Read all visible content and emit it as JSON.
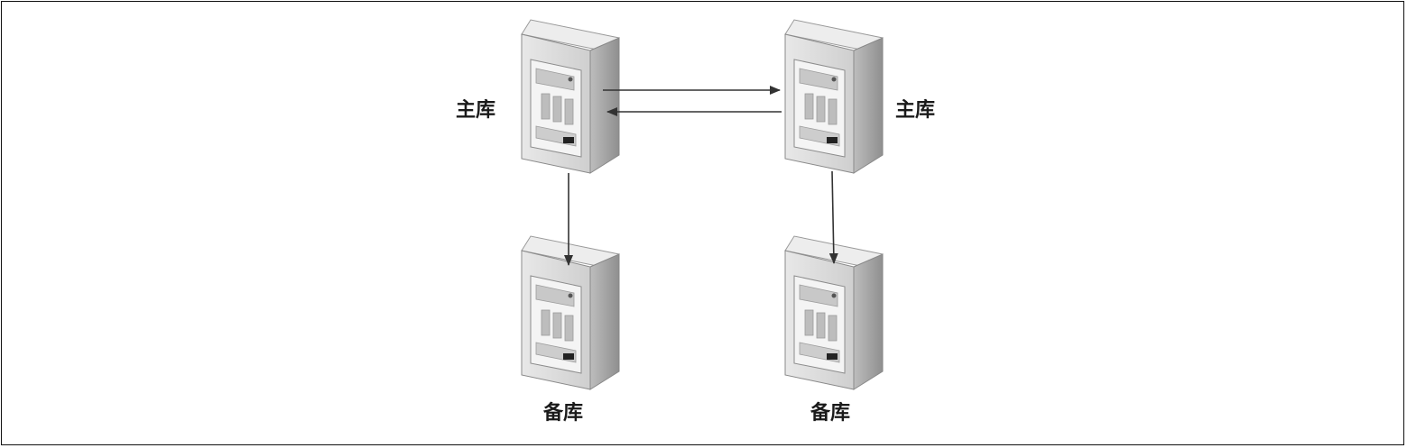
{
  "nodes": {
    "master_left": {
      "label": "主库"
    },
    "master_right": {
      "label": "主库"
    },
    "slave_left": {
      "label": "备库"
    },
    "slave_right": {
      "label": "备库"
    }
  },
  "colors": {
    "border": "#111111",
    "arrow": "#333333",
    "server_front": "#d9d9d9",
    "server_side": "#a8a8a8",
    "server_top": "#eeeeee"
  }
}
